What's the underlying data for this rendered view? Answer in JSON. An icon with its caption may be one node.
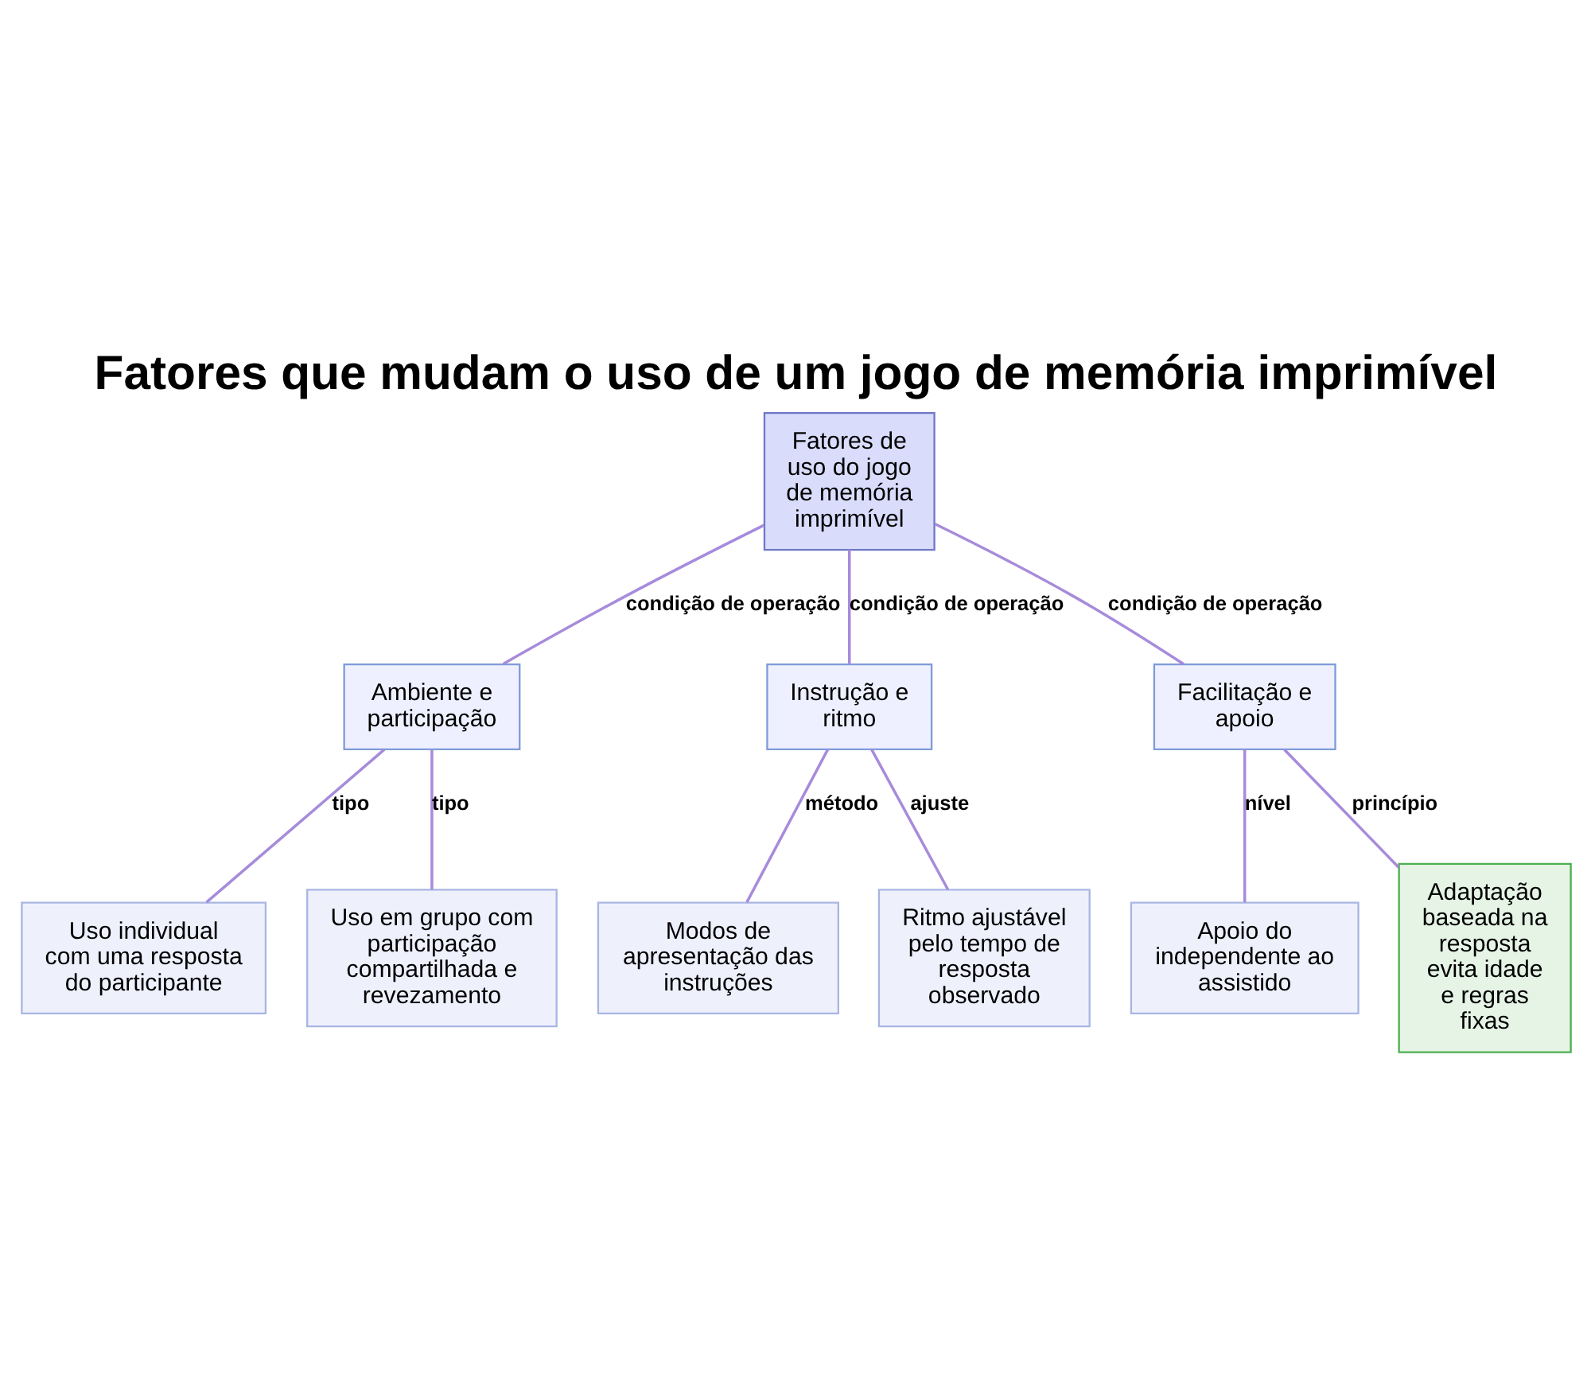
{
  "diagram": {
    "title": "Fatores que mudam o uso de um jogo de memória imprimível",
    "nodes": [
      {
        "text": [
          "Fatores de uso do jogo de memória imprimível"
        ]
      },
      {
        "text": [
          "Ambiente e participação"
        ]
      },
      {
        "text": [
          "Instrução e ritmo"
        ]
      },
      {
        "text": [
          "Facilitação e apoio"
        ]
      },
      {
        "text": [
          "Uso individual com uma resposta do participante"
        ]
      },
      {
        "text": [
          "Uso em grupo com participação compartilhada e revezamento"
        ]
      },
      {
        "text": [
          "Modos de apresentação das instruções"
        ]
      },
      {
        "text": [
          "Ritmo ajustável pelo tempo de resposta observado"
        ]
      },
      {
        "text": [
          "Apoio do independente ao assistido"
        ]
      },
      {
        "text": [
          "Adaptação baseada na resposta evita idade e regras fixas"
        ]
      }
    ],
    "edges": [
      {
        "from": 0,
        "to": 1,
        "arrow": "none",
        "label": "condição de operação"
      },
      {
        "from": 0,
        "to": 2,
        "arrow": "none",
        "label": "condição de operação"
      },
      {
        "from": 0,
        "to": 3,
        "arrow": "none",
        "label": "condição de operação"
      },
      {
        "from": 1,
        "to": 4,
        "arrow": "none",
        "label": "tipo"
      },
      {
        "from": 1,
        "to": 5,
        "arrow": "none",
        "label": "tipo"
      },
      {
        "from": 2,
        "to": 6,
        "arrow": "none",
        "label": "método"
      },
      {
        "from": 2,
        "to": 7,
        "arrow": "none",
        "label": "ajuste"
      },
      {
        "from": 3,
        "to": 8,
        "arrow": "none",
        "label": "nível"
      },
      {
        "from": 3,
        "to": 9,
        "arrow": "none",
        "label": "princípio"
      }
    ]
  }
}
